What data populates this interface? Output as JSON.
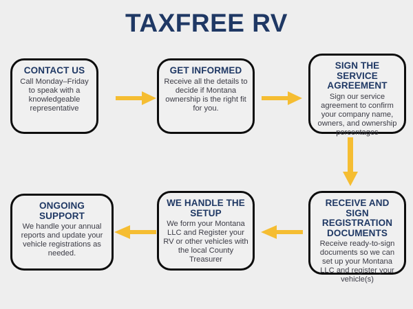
{
  "page": {
    "title": "TAXFREE RV",
    "background_color": "#eeeeee",
    "accent_navy": "#1f3864",
    "accent_yellow": "#f5bd32",
    "border_color": "#0d0d0d",
    "body_text_color": "#3b3b45"
  },
  "steps": [
    {
      "id": "contact-us",
      "order": 1,
      "title": "CONTACT US",
      "body": "Call Monday–Friday to speak with a knowledgeable representative"
    },
    {
      "id": "get-informed",
      "order": 2,
      "title": "GET INFORMED",
      "body": "Receive all the details to decide if Montana ownership is the right fit for you."
    },
    {
      "id": "sign-agreement",
      "order": 3,
      "title": "SIGN THE SERVICE AGREEMENT",
      "body": "Sign our service agreement to confirm your company name, owners, and ownership percentages"
    },
    {
      "id": "receive-sign",
      "order": 4,
      "title": "RECEIVE AND SIGN REGISTRATION DOCUMENTS",
      "body": "Receive ready-to-sign documents so we can set up your Montana LLC and register your vehicle(s)"
    },
    {
      "id": "we-handle-setup",
      "order": 5,
      "title": "WE HANDLE THE SETUP",
      "body": "We form your Montana LLC and Register your RV or other vehicles with the local County Treasurer"
    },
    {
      "id": "ongoing-support",
      "order": 6,
      "title": "ONGOING SUPPORT",
      "body": "We handle your annual reports and update your vehicle registrations as needed."
    }
  ],
  "arrows": [
    {
      "id": "arrow-1",
      "direction": "right",
      "from": "contact-us",
      "to": "get-informed"
    },
    {
      "id": "arrow-2",
      "direction": "right",
      "from": "get-informed",
      "to": "sign-agreement"
    },
    {
      "id": "arrow-3",
      "direction": "down",
      "from": "sign-agreement",
      "to": "receive-sign"
    },
    {
      "id": "arrow-4",
      "direction": "left",
      "from": "receive-sign",
      "to": "we-handle-setup"
    },
    {
      "id": "arrow-5",
      "direction": "left",
      "from": "we-handle-setup",
      "to": "ongoing-support"
    }
  ]
}
